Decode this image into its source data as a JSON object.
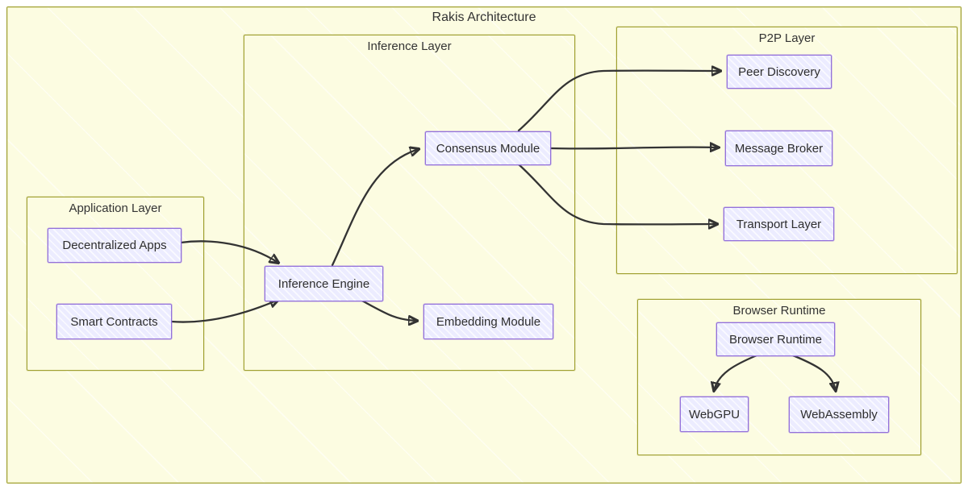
{
  "diagram": {
    "title": "Rakis Architecture",
    "type": "flowchart",
    "style": "hand-drawn mermaid",
    "colors": {
      "background": "#fcfce1",
      "frame_border": "#a0a030",
      "node_fill": "#ececff",
      "node_border": "#9370db",
      "edge": "#333333",
      "text": "#333333"
    },
    "subgraphs": [
      {
        "id": "application",
        "label": "Application Layer"
      },
      {
        "id": "inference",
        "label": "Inference Layer"
      },
      {
        "id": "p2p",
        "label": "P2P Layer"
      },
      {
        "id": "browser",
        "label": "Browser Runtime"
      }
    ],
    "nodes": [
      {
        "id": "dapps",
        "label": "Decentralized Apps",
        "subgraph": "Application Layer"
      },
      {
        "id": "contracts",
        "label": "Smart Contracts",
        "subgraph": "Application Layer"
      },
      {
        "id": "engine",
        "label": "Inference Engine",
        "subgraph": "Inference Layer"
      },
      {
        "id": "consensus",
        "label": "Consensus Module",
        "subgraph": "Inference Layer"
      },
      {
        "id": "embedding",
        "label": "Embedding Module",
        "subgraph": "Inference Layer"
      },
      {
        "id": "peer",
        "label": "Peer Discovery",
        "subgraph": "P2P Layer"
      },
      {
        "id": "broker",
        "label": "Message Broker",
        "subgraph": "P2P Layer"
      },
      {
        "id": "transport",
        "label": "Transport Layer",
        "subgraph": "P2P Layer"
      },
      {
        "id": "runtime",
        "label": "Browser Runtime",
        "subgraph": "Browser Runtime"
      },
      {
        "id": "webgpu",
        "label": "WebGPU",
        "subgraph": "Browser Runtime"
      },
      {
        "id": "wasm",
        "label": "WebAssembly",
        "subgraph": "Browser Runtime"
      }
    ],
    "edges": [
      {
        "from": "Decentralized Apps",
        "to": "Inference Engine"
      },
      {
        "from": "Smart Contracts",
        "to": "Inference Engine"
      },
      {
        "from": "Inference Engine",
        "to": "Consensus Module"
      },
      {
        "from": "Inference Engine",
        "to": "Embedding Module"
      },
      {
        "from": "Consensus Module",
        "to": "Peer Discovery"
      },
      {
        "from": "Consensus Module",
        "to": "Message Broker"
      },
      {
        "from": "Consensus Module",
        "to": "Transport Layer"
      },
      {
        "from": "Browser Runtime",
        "to": "WebGPU"
      },
      {
        "from": "Browser Runtime",
        "to": "WebAssembly"
      }
    ]
  }
}
